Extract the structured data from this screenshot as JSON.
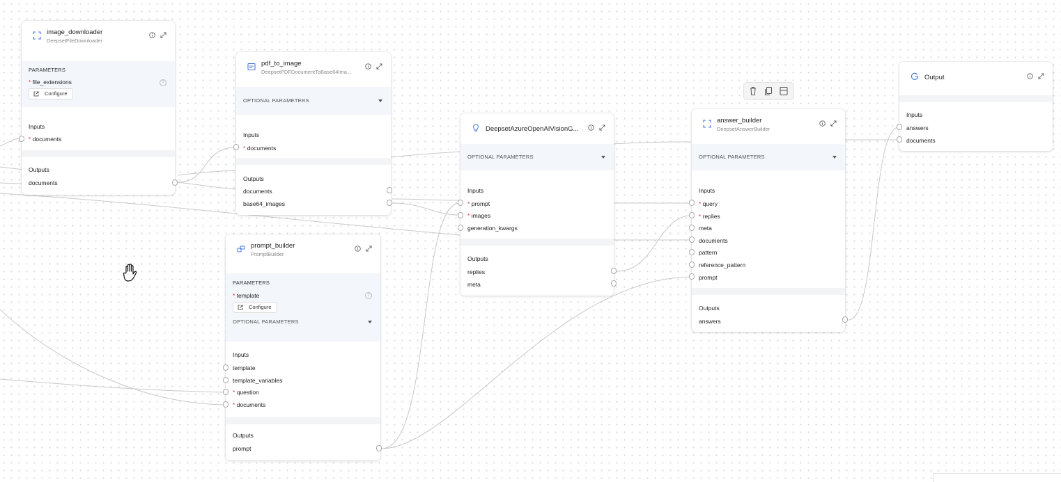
{
  "nodes": {
    "image_downloader": {
      "name": "image_downloader",
      "type": "DeepsetFileDownloader",
      "params_header": "PARAMETERS",
      "param": "file_extensions",
      "configure": "Configure",
      "inputs_label": "Inputs",
      "inputs": [
        "documents"
      ],
      "outputs_label": "Outputs",
      "outputs": [
        "documents"
      ]
    },
    "pdf_to_image": {
      "name": "pdf_to_image",
      "type": "DeepsetPDFDocumentToBase64Ima...",
      "optional_header": "OPTIONAL PARAMETERS",
      "inputs_label": "Inputs",
      "inputs": [
        "documents"
      ],
      "outputs_label": "Outputs",
      "outputs": [
        "documents",
        "base64_images"
      ]
    },
    "vision_generator": {
      "name": "DeepsetAzureOpenAIVisionG...",
      "optional_header": "OPTIONAL PARAMETERS",
      "inputs_label": "Inputs",
      "inputs": [
        "prompt",
        "images",
        "generation_kwargs"
      ],
      "outputs_label": "Outputs",
      "outputs": [
        "replies",
        "meta"
      ]
    },
    "answer_builder": {
      "name": "answer_builder",
      "type": "DeepsetAnswerBuilder",
      "optional_header": "OPTIONAL PARAMETERS",
      "inputs_label": "Inputs",
      "inputs": [
        "query",
        "replies",
        "meta",
        "documents",
        "pattern",
        "reference_pattern",
        "prompt"
      ],
      "outputs_label": "Outputs",
      "outputs": [
        "answers"
      ]
    },
    "output": {
      "name": "Output",
      "inputs_label": "Inputs",
      "inputs": [
        "answers",
        "documents"
      ]
    },
    "prompt_builder": {
      "name": "prompt_builder",
      "type": "PromptBuilder",
      "params_header": "PARAMETERS",
      "param": "template",
      "configure": "Configure",
      "optional_header": "OPTIONAL PARAMETERS",
      "inputs_label": "Inputs",
      "inputs": [
        "template",
        "template_variables",
        "question",
        "documents"
      ],
      "outputs_label": "Outputs",
      "outputs": [
        "prompt"
      ]
    }
  },
  "toolbar": {
    "icons": [
      "trash-icon",
      "copy-icon",
      "panel-icon"
    ]
  },
  "required_marker": "*",
  "help_glyph": "?",
  "colors": {
    "accent": "#3b6fd9",
    "required": "#d23b3b",
    "edge": "#c8c8c8",
    "param_bg": "#f3f6fb"
  }
}
